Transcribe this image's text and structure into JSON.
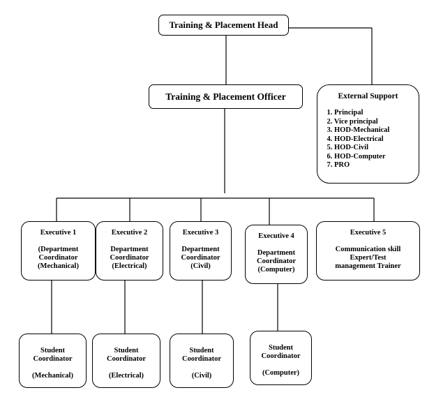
{
  "head": {
    "label": "Training & Placement Head"
  },
  "officer": {
    "label": "Training & Placement Officer"
  },
  "external_support": {
    "title": "External Support",
    "items": [
      "1. Principal",
      "2. Vice principal",
      "3. HOD-Mechanical",
      "4. HOD-Electrical",
      "5. HOD-Civil",
      "6. HOD-Computer",
      "7. PRO"
    ]
  },
  "executives": [
    {
      "title": "Executive 1",
      "lines": [
        "(Department",
        "Coordinator",
        "(Mechanical)"
      ]
    },
    {
      "title": "Executive 2",
      "lines": [
        "Department",
        "Coordinator",
        "(Electrical)"
      ]
    },
    {
      "title": "Executive 3",
      "lines": [
        "Department",
        "Coordinator",
        "(Civil)"
      ]
    },
    {
      "title": "Executive 4",
      "lines": [
        "Department",
        "Coordinator",
        "(Computer)"
      ]
    },
    {
      "title": "Executive 5",
      "lines": [
        "Communication skill",
        "Expert/Test",
        "management Trainer"
      ]
    }
  ],
  "student_coordinators": [
    {
      "lines": [
        "Student",
        "Coordinator"
      ],
      "dept": "(Mechanical)"
    },
    {
      "lines": [
        "Student",
        "Coordinator"
      ],
      "dept": "(Electrical)"
    },
    {
      "lines": [
        "Student",
        "Coordinator"
      ],
      "dept": "(Civil)"
    },
    {
      "lines": [
        "Student",
        "Coordinator"
      ],
      "dept": "(Computer)"
    }
  ]
}
